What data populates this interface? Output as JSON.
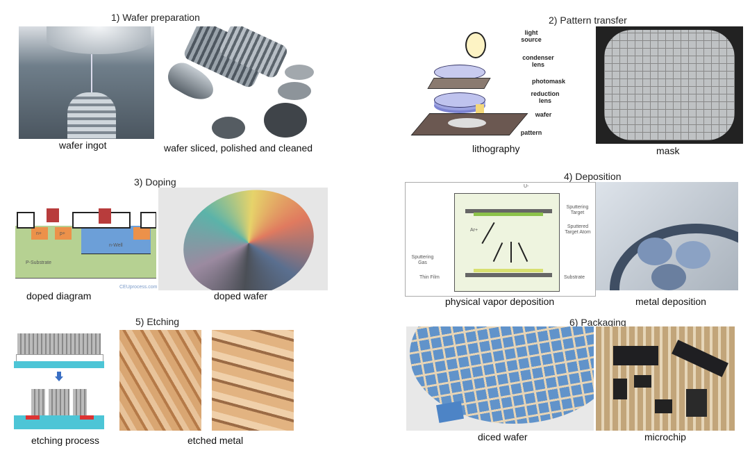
{
  "sections": [
    {
      "title": "1) Wafer preparation",
      "captions": [
        "wafer ingot",
        "wafer sliced, polished and cleaned"
      ]
    },
    {
      "title": "2) Pattern transfer",
      "captions": [
        "lithography",
        "mask"
      ]
    },
    {
      "title": "3) Doping",
      "captions": [
        "doped diagram",
        "doped wafer"
      ]
    },
    {
      "title": "4) Deposition",
      "captions": [
        "physical vapor deposition",
        "metal deposition"
      ]
    },
    {
      "title": "5) Etching",
      "captions": [
        "etching process",
        "etched metal"
      ]
    },
    {
      "title": "6) Packaging",
      "captions": [
        "diced wafer",
        "microchip"
      ]
    }
  ],
  "lithography_labels": {
    "light_source": "light source",
    "condenser_lens": "condenser lens",
    "photomask": "photomask",
    "reduction_lens": "reduction lens",
    "wafer": "wafer",
    "pattern": "pattern"
  },
  "doping_labels": {
    "p_substrate": "P-Substrate",
    "n_well": "n-Well",
    "n_plus": "n+",
    "p_plus": "p+",
    "watermark": "CEUprocess.com"
  },
  "pvd_labels": {
    "voltage": "U-",
    "sputtering_target": "Sputtering Target",
    "argon": "Ar+",
    "sputtered_atom": "Sputtered Target Atom",
    "sputtering_gas": "Sputtering Gas",
    "thin_film": "Thin Film",
    "substrate": "Substrate"
  }
}
